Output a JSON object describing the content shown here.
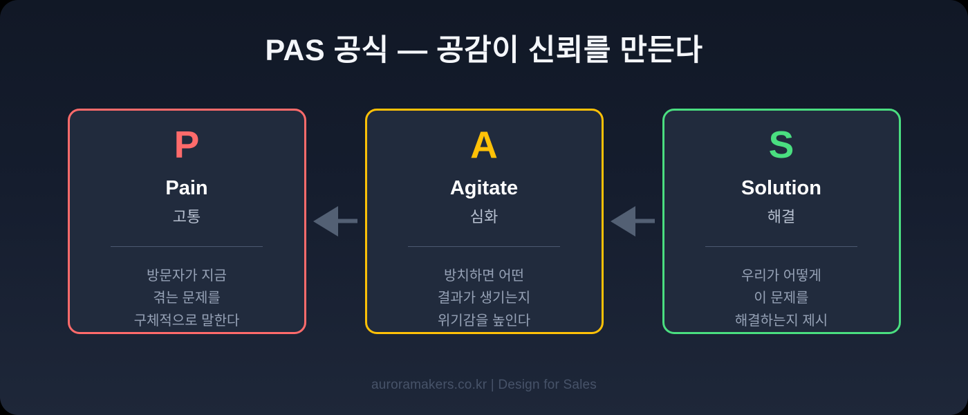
{
  "header": {
    "title": "PAS 공식 — 공감이 신뢰를 만든다"
  },
  "colors": {
    "background_top": "#111826",
    "background_bottom": "#1e2739",
    "card_background": "#212b3d",
    "pain": "#ff6b6b",
    "agitate": "#ffc107",
    "solution": "#4ade80",
    "arrow": "#536074",
    "title_text": "#f4f6fa",
    "divider": "#4c5870",
    "footer_text": "#475369"
  },
  "cards": [
    {
      "letter": "P",
      "title": "Pain",
      "subtitle": "고통",
      "description": "방문자가 지금\n겪는 문제를\n구체적으로 말한다",
      "accent": "#ff6b6b"
    },
    {
      "letter": "A",
      "title": "Agitate",
      "subtitle": "심화",
      "description": "방치하면 어떤\n결과가 생기는지\n위기감을 높인다",
      "accent": "#ffc107"
    },
    {
      "letter": "S",
      "title": "Solution",
      "subtitle": "해결",
      "description": "우리가 어떻게\n이 문제를\n해결하는지 제시",
      "accent": "#4ade80"
    }
  ],
  "arrows": [
    {
      "direction": "left",
      "from": "Agitate",
      "to": "Pain"
    },
    {
      "direction": "left",
      "from": "Solution",
      "to": "Agitate"
    }
  ],
  "footer": {
    "text": "auroramakers.co.kr | Design for Sales"
  }
}
